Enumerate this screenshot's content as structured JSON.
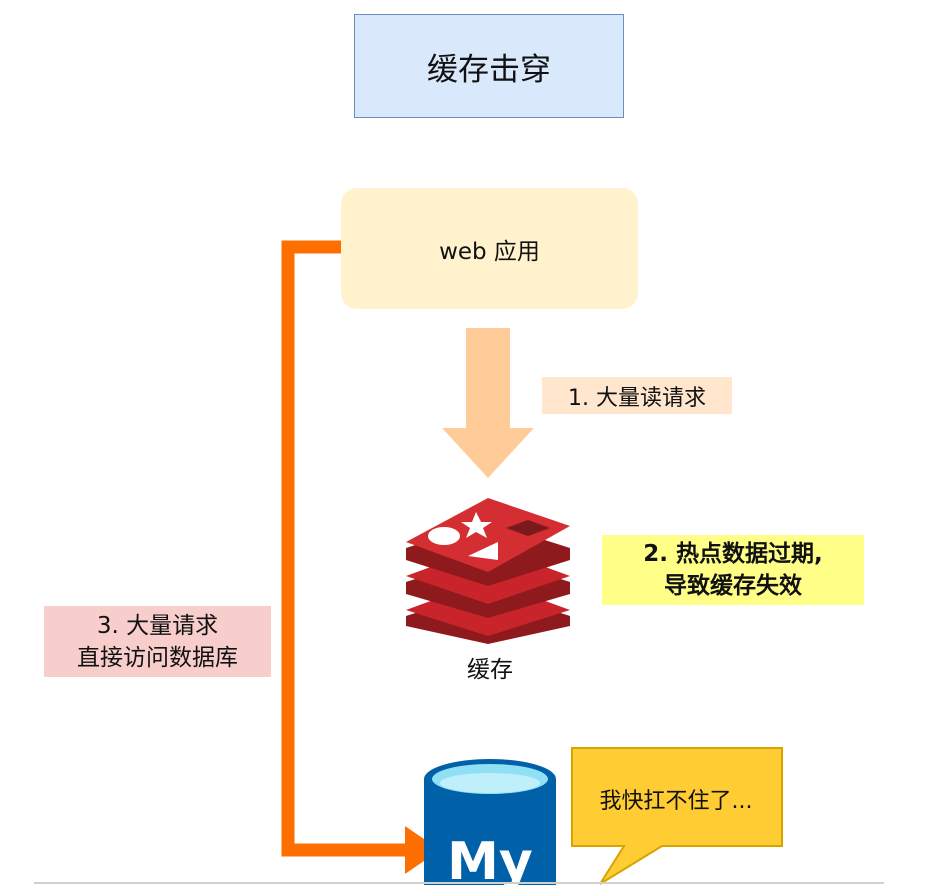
{
  "title": "缓存击穿",
  "web_app": "web 应用",
  "step1": "1. 大量读请求",
  "step2_line1": "2. 热点数据过期,",
  "step2_line2": "导致缓存失效",
  "step3_line1": "3. 大量请求",
  "step3_line2": "直接访问数据库",
  "cache_label": "缓存",
  "db_speech": "我快扛不住了...",
  "db_logo_text": "My",
  "colors": {
    "title_fill": "#dae8fc",
    "title_stroke": "#6c8ebf",
    "web_fill": "#fff2cc",
    "arrow_down": "#ffcc99",
    "arrow_side": "#ff6f00",
    "redis": "#c9242b",
    "mysql_blue": "#0060a8",
    "speech_fill": "#ffcc33"
  }
}
